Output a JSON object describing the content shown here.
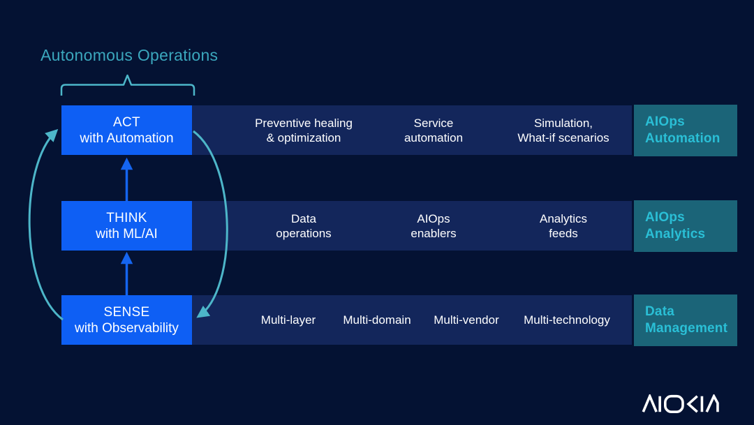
{
  "title": "Autonomous Operations",
  "colors": {
    "background": "#041233",
    "band": "#13265b",
    "box_blue": "#0e5ff4",
    "arrow_blue": "#1565f0",
    "teal_bg": "#1b6478",
    "teal_text": "#2abfd6",
    "teal_line": "#4db6c9",
    "title_teal": "#3ba7bd",
    "text_white": "#ffffff"
  },
  "rows": [
    {
      "box_title": "ACT",
      "box_subtitle": "with Automation",
      "items": [
        {
          "line1": "Preventive healing",
          "line2": "& optimization"
        },
        {
          "line1": "Service",
          "line2": "automation"
        },
        {
          "line1": "Simulation,",
          "line2": "What-if scenarios"
        }
      ],
      "side_line1": "AIOps",
      "side_line2": "Automation"
    },
    {
      "box_title": "THINK",
      "box_subtitle": "with ML/AI",
      "items": [
        {
          "line1": "Data",
          "line2": "operations"
        },
        {
          "line1": "AIOps",
          "line2": "enablers"
        },
        {
          "line1": "Analytics",
          "line2": "feeds"
        }
      ],
      "side_line1": "AIOps",
      "side_line2": "Analytics"
    },
    {
      "box_title": "SENSE",
      "box_subtitle": "with Observability",
      "items": [
        {
          "line1": "Multi-layer"
        },
        {
          "line1": "Multi-domain"
        },
        {
          "line1": "Multi-vendor"
        },
        {
          "line1": "Multi-technology"
        }
      ],
      "side_line1": "Data",
      "side_line2": "Management"
    }
  ],
  "logo": {
    "label": "NOKIA"
  }
}
